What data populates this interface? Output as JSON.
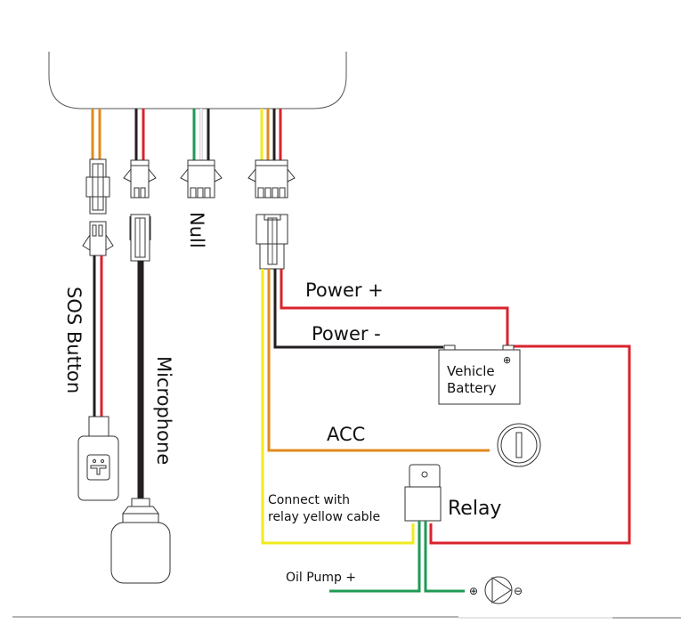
{
  "diagram": {
    "title": "GPS tracker wiring diagram",
    "colors": {
      "orange": "#e08a1e",
      "red": "#d9232e",
      "black": "#231f20",
      "green": "#1f9a55",
      "white": "#ffffff",
      "yellow": "#f2ea1d",
      "grey": "#bdbdbd"
    },
    "labels": {
      "sos_button": "SOS Button",
      "microphone": "Microphone",
      "null": "Null",
      "power_plus": "Power +",
      "power_minus": "Power -",
      "vehicle_battery_line1": "Vehicle",
      "vehicle_battery_line2": "Battery",
      "battery_plus_symbol": "⊕",
      "acc": "ACC",
      "relay": "Relay",
      "connect_with_line1": "Connect with",
      "connect_with_line2": "relay yellow cable",
      "oil_pump_plus": "Oil Pump +",
      "pump_plus_symbol": "⊕",
      "pump_minus_symbol": "⊖"
    },
    "connectors": [
      {
        "id": "sos",
        "wires": [
          "orange",
          "orange"
        ],
        "pins": 2
      },
      {
        "id": "microphone",
        "wires": [
          "black",
          "red"
        ],
        "pins": 2
      },
      {
        "id": "null",
        "wires": [
          "green",
          "white",
          "black"
        ],
        "pins": 3
      },
      {
        "id": "power",
        "wires": [
          "yellow",
          "orange",
          "black",
          "red"
        ],
        "pins": 4
      }
    ]
  }
}
